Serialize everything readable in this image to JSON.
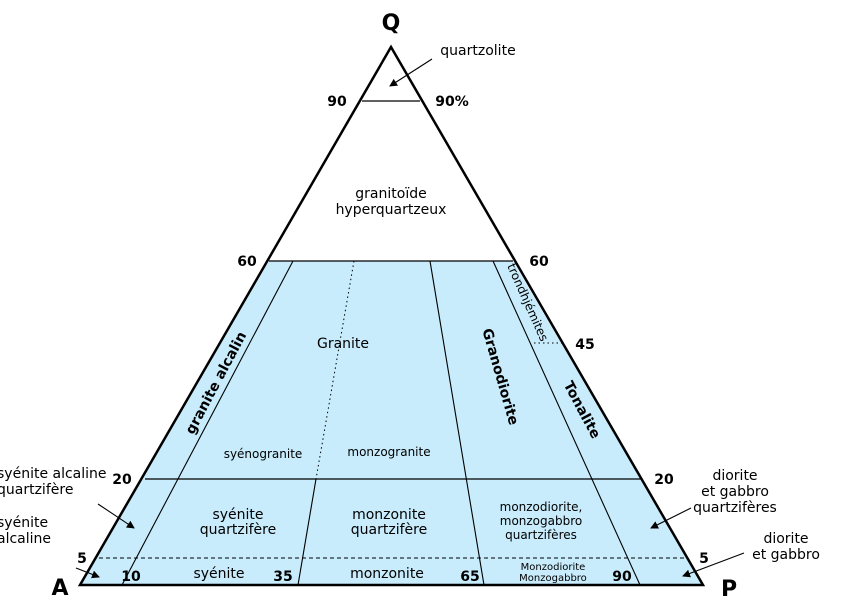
{
  "vertices": {
    "q": "Q",
    "a": "A",
    "p": "P"
  },
  "ticks": {
    "left_90": "90",
    "right_90": "90%",
    "left_60": "60",
    "right_60": "60",
    "right_45": "45",
    "left_20": "20",
    "right_20": "20",
    "left_5": "5",
    "right_5": "5",
    "base_10": "10",
    "base_35": "35",
    "base_65": "65",
    "base_90": "90"
  },
  "fields": {
    "quartzolite": "quartzolite",
    "granitoide_1": "granitoïde",
    "granitoide_2": "hyperquartzeux",
    "granite": "Granite",
    "granite_alcalin": "granite alcalin",
    "syenogranite": "syénogranite",
    "monzogranite": "monzogranite",
    "granodiorite": "Granodiorite",
    "trondhjemites": "trondhjémites",
    "tonalite": "Tonalite",
    "syenite_q_1": "syénite",
    "syenite_q_2": "quartzifère",
    "monzonite_q_1": "monzonite",
    "monzonite_q_2": "quartzifère",
    "monzodiorite_q_1": "monzodiorite,",
    "monzodiorite_q_2": "monzogabbro",
    "monzodiorite_q_3": "quartzifères",
    "syenite": "syénite",
    "monzonite": "monzonite",
    "monzodiorite_1": "Monzodiorite",
    "monzodiorite_2": "Monzogabbro"
  },
  "callouts": {
    "syenite_alc_q_1": "syénite alcaline",
    "syenite_alc_q_2": "quartzifère",
    "syenite_alc_1": "syénite",
    "syenite_alc_2": "alcaline",
    "diorite_q_1": "diorite",
    "diorite_q_2": "et gabbro",
    "diorite_q_3": "quartzifères",
    "diorite_1": "diorite",
    "diorite_2": "et gabbro"
  },
  "colors": {
    "fill": "#c8ecfc",
    "line": "#000000"
  }
}
